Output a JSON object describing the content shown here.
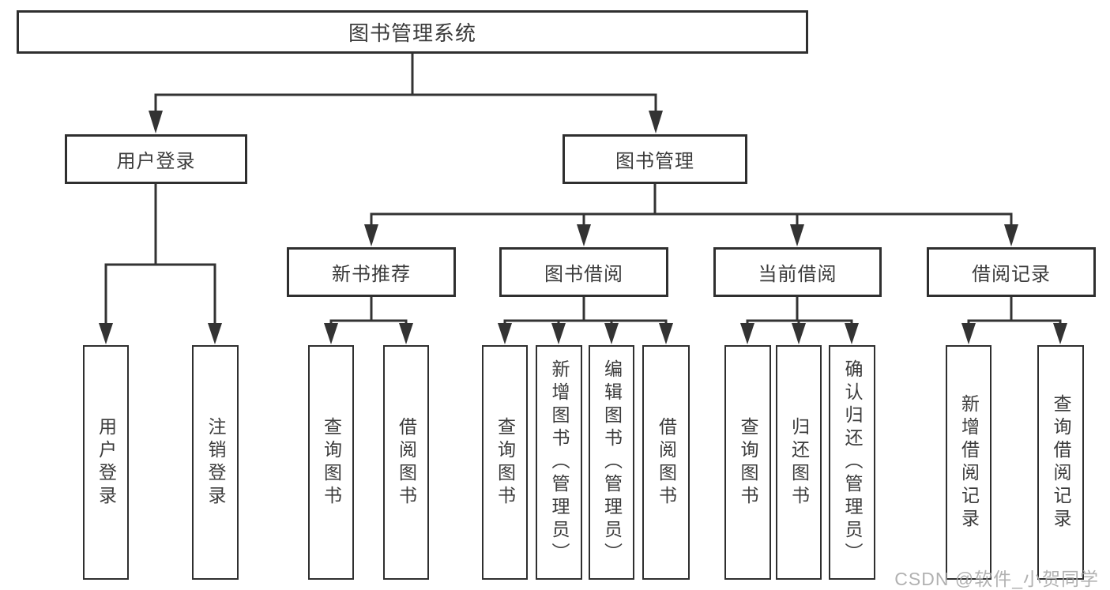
{
  "diagram": {
    "root": {
      "label": "图书管理系统"
    },
    "level2": [
      {
        "id": "user-login",
        "label": "用户登录"
      },
      {
        "id": "book-management",
        "label": "图书管理"
      }
    ],
    "level3": [
      {
        "id": "new-book-recommend",
        "label": "新书推荐",
        "parent": "图书管理"
      },
      {
        "id": "book-borrow",
        "label": "图书借阅",
        "parent": "图书管理"
      },
      {
        "id": "current-borrow",
        "label": "当前借阅",
        "parent": "图书管理"
      },
      {
        "id": "borrow-records",
        "label": "借阅记录",
        "parent": "图书管理"
      }
    ],
    "leaves": [
      {
        "label": "用户登录",
        "parent": "用户登录"
      },
      {
        "label": "注销登录",
        "parent": "用户登录"
      },
      {
        "label": "查询图书",
        "parent": "新书推荐"
      },
      {
        "label": "借阅图书",
        "parent": "新书推荐"
      },
      {
        "label": "查询图书",
        "parent": "图书借阅"
      },
      {
        "label": "新增图书（管理员）",
        "parent": "图书借阅"
      },
      {
        "label": "编辑图书（管理员）",
        "parent": "图书借阅"
      },
      {
        "label": "借阅图书",
        "parent": "图书借阅"
      },
      {
        "label": "查询图书",
        "parent": "当前借阅"
      },
      {
        "label": "归还图书",
        "parent": "当前借阅"
      },
      {
        "label": "确认归还（管理员）",
        "parent": "当前借阅"
      },
      {
        "label": "新增借阅记录",
        "parent": "借阅记录"
      },
      {
        "label": "查询借阅记录",
        "parent": "借阅记录"
      }
    ]
  },
  "watermark": {
    "text": "CSDN @软件_小贺同学"
  },
  "colors": {
    "background": "#ffffff",
    "line": "#333333",
    "box_border": "#2f2f2f",
    "text": "#3b3b3b",
    "watermark": "#a8a8a8"
  }
}
